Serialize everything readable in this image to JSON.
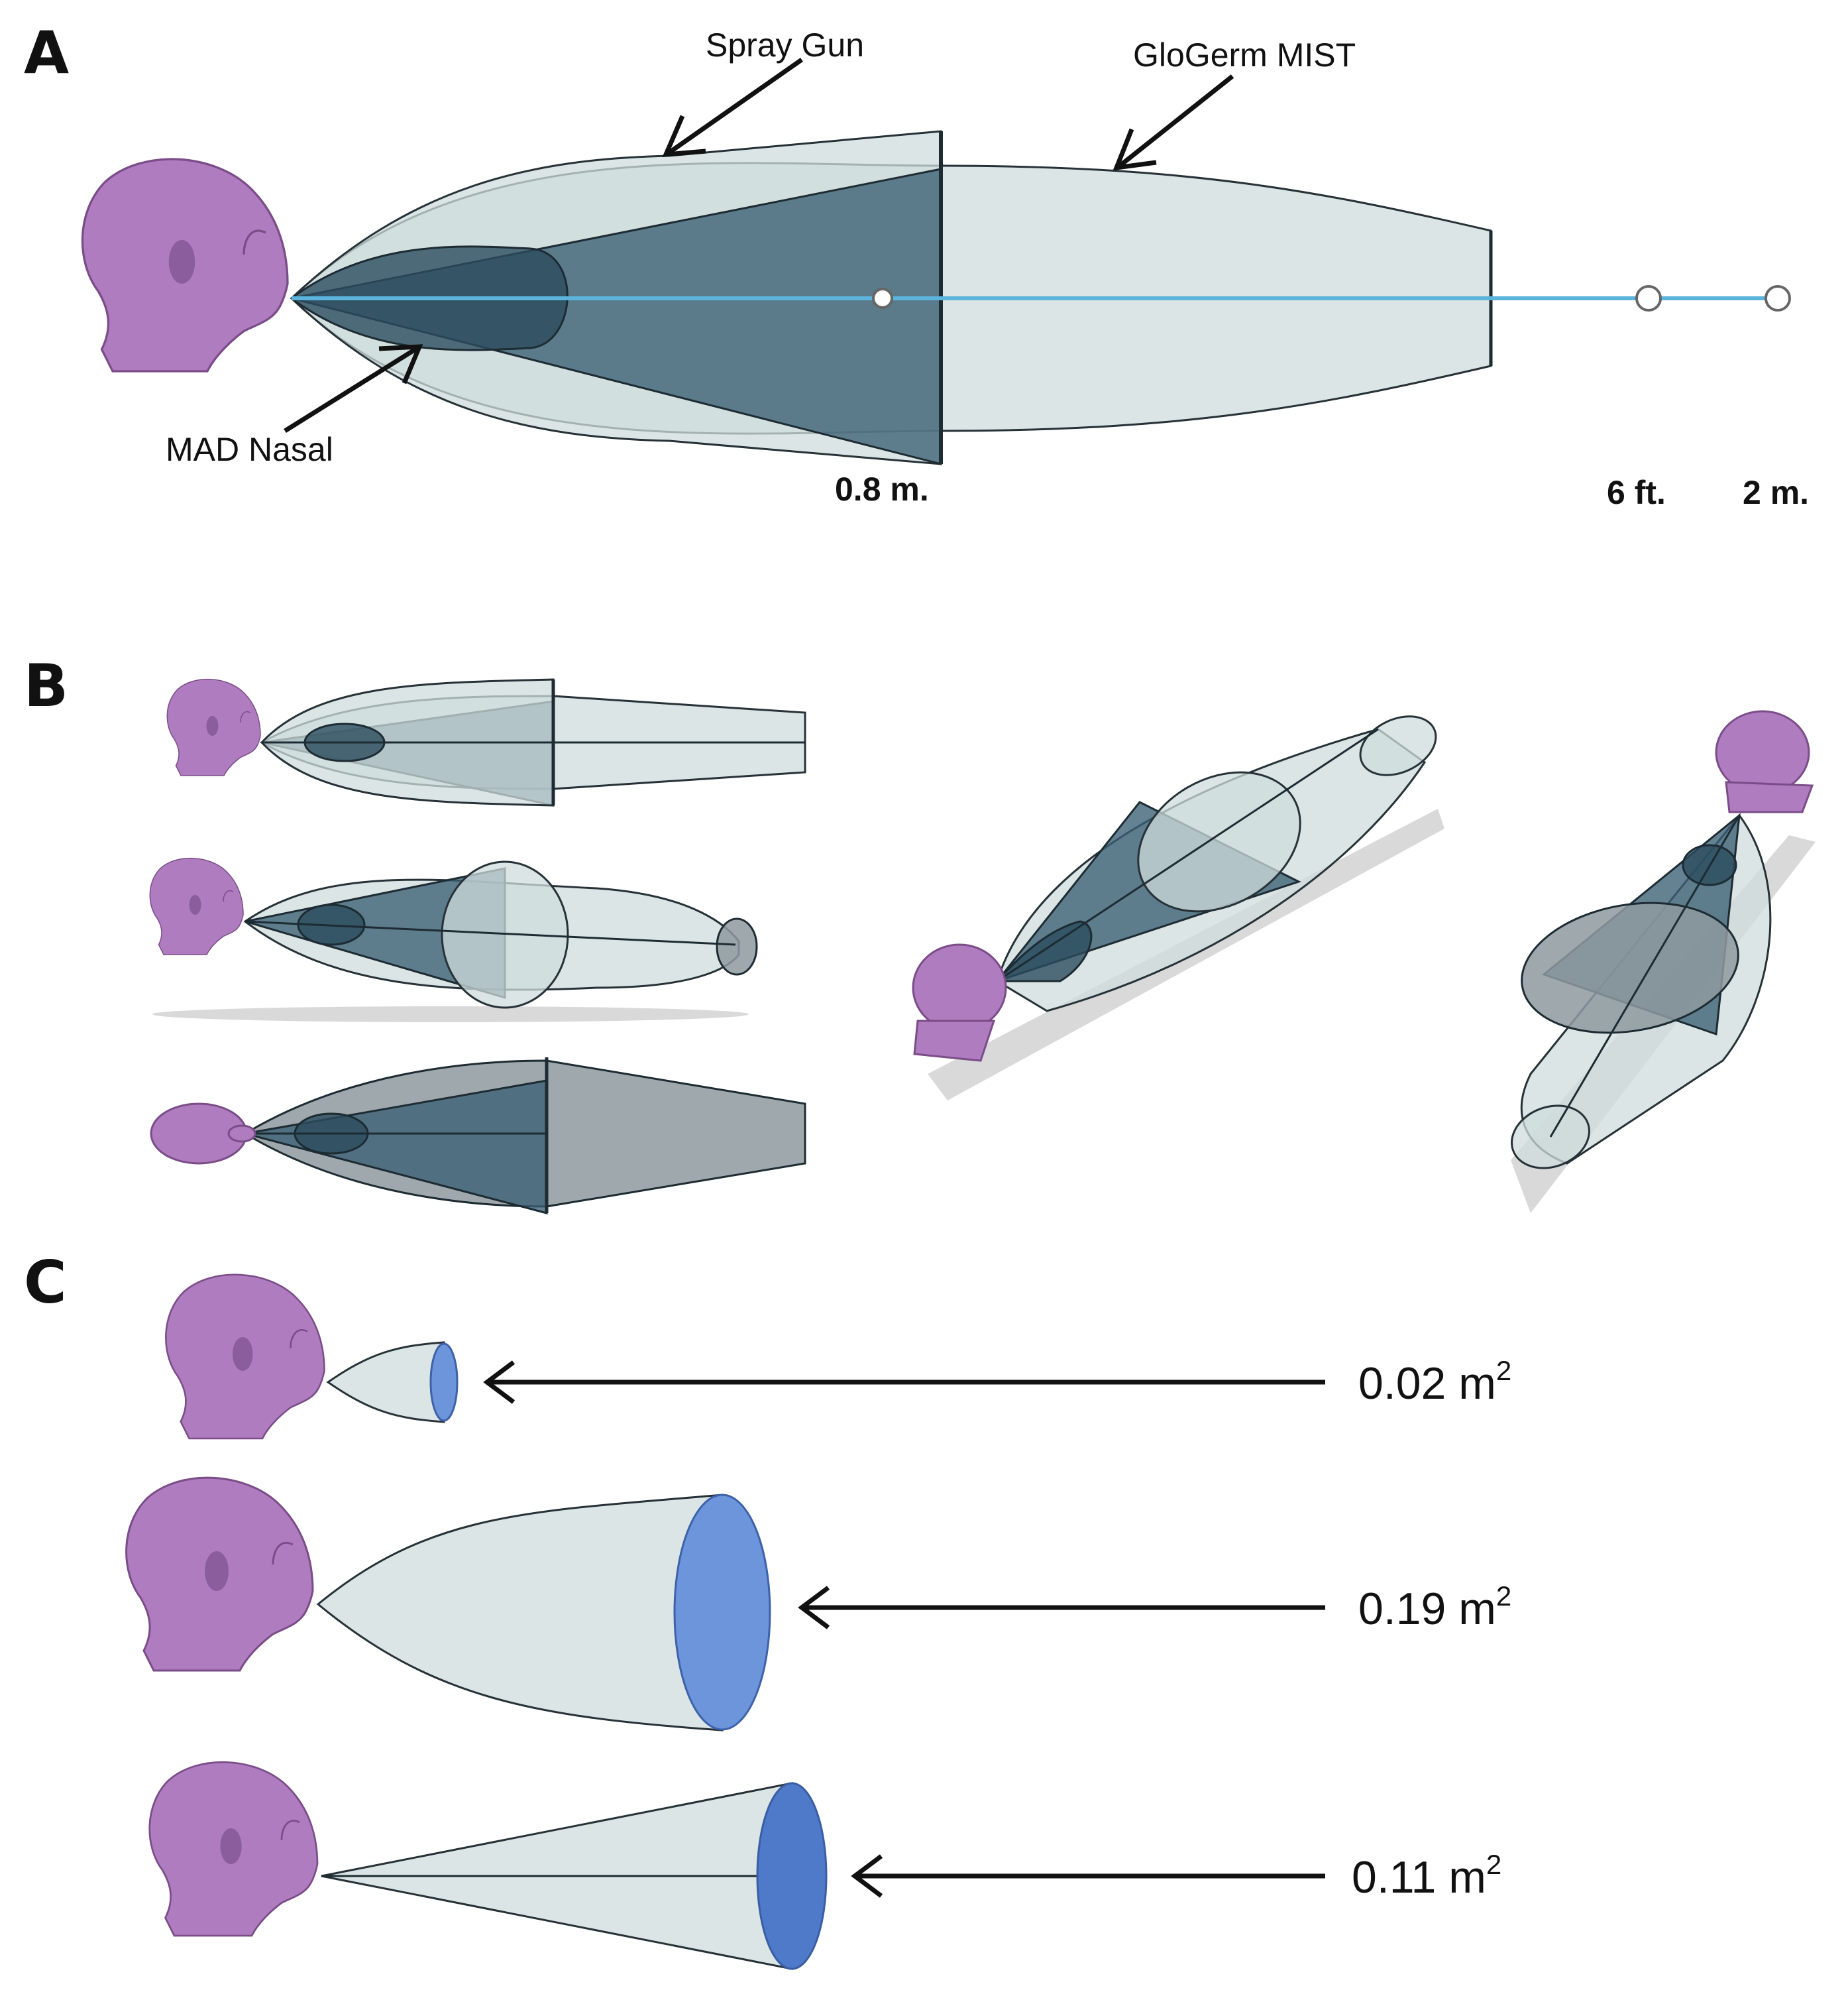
{
  "panels": {
    "a": {
      "letter": "A",
      "labels": {
        "spray_gun": "Spray Gun",
        "glogerm_mist": "GloGerm MIST",
        "mad_nasal": "MAD Nasal"
      },
      "distances": [
        "0.8 m.",
        "6 ft.",
        "2 m."
      ]
    },
    "b": {
      "letter": "B"
    },
    "c": {
      "letter": "C",
      "areas": [
        {
          "value": "0.02 m",
          "sup": "2"
        },
        {
          "value": "0.19 m",
          "sup": "2"
        },
        {
          "value": "0.11 m",
          "sup": "2"
        }
      ]
    }
  },
  "colors": {
    "head": "#b07cc0",
    "axis_line": "#5bb4dc",
    "plume_light": "#cfdcdc",
    "plume_dark": "#3a5f73",
    "cap_blue": "#6d95db"
  }
}
